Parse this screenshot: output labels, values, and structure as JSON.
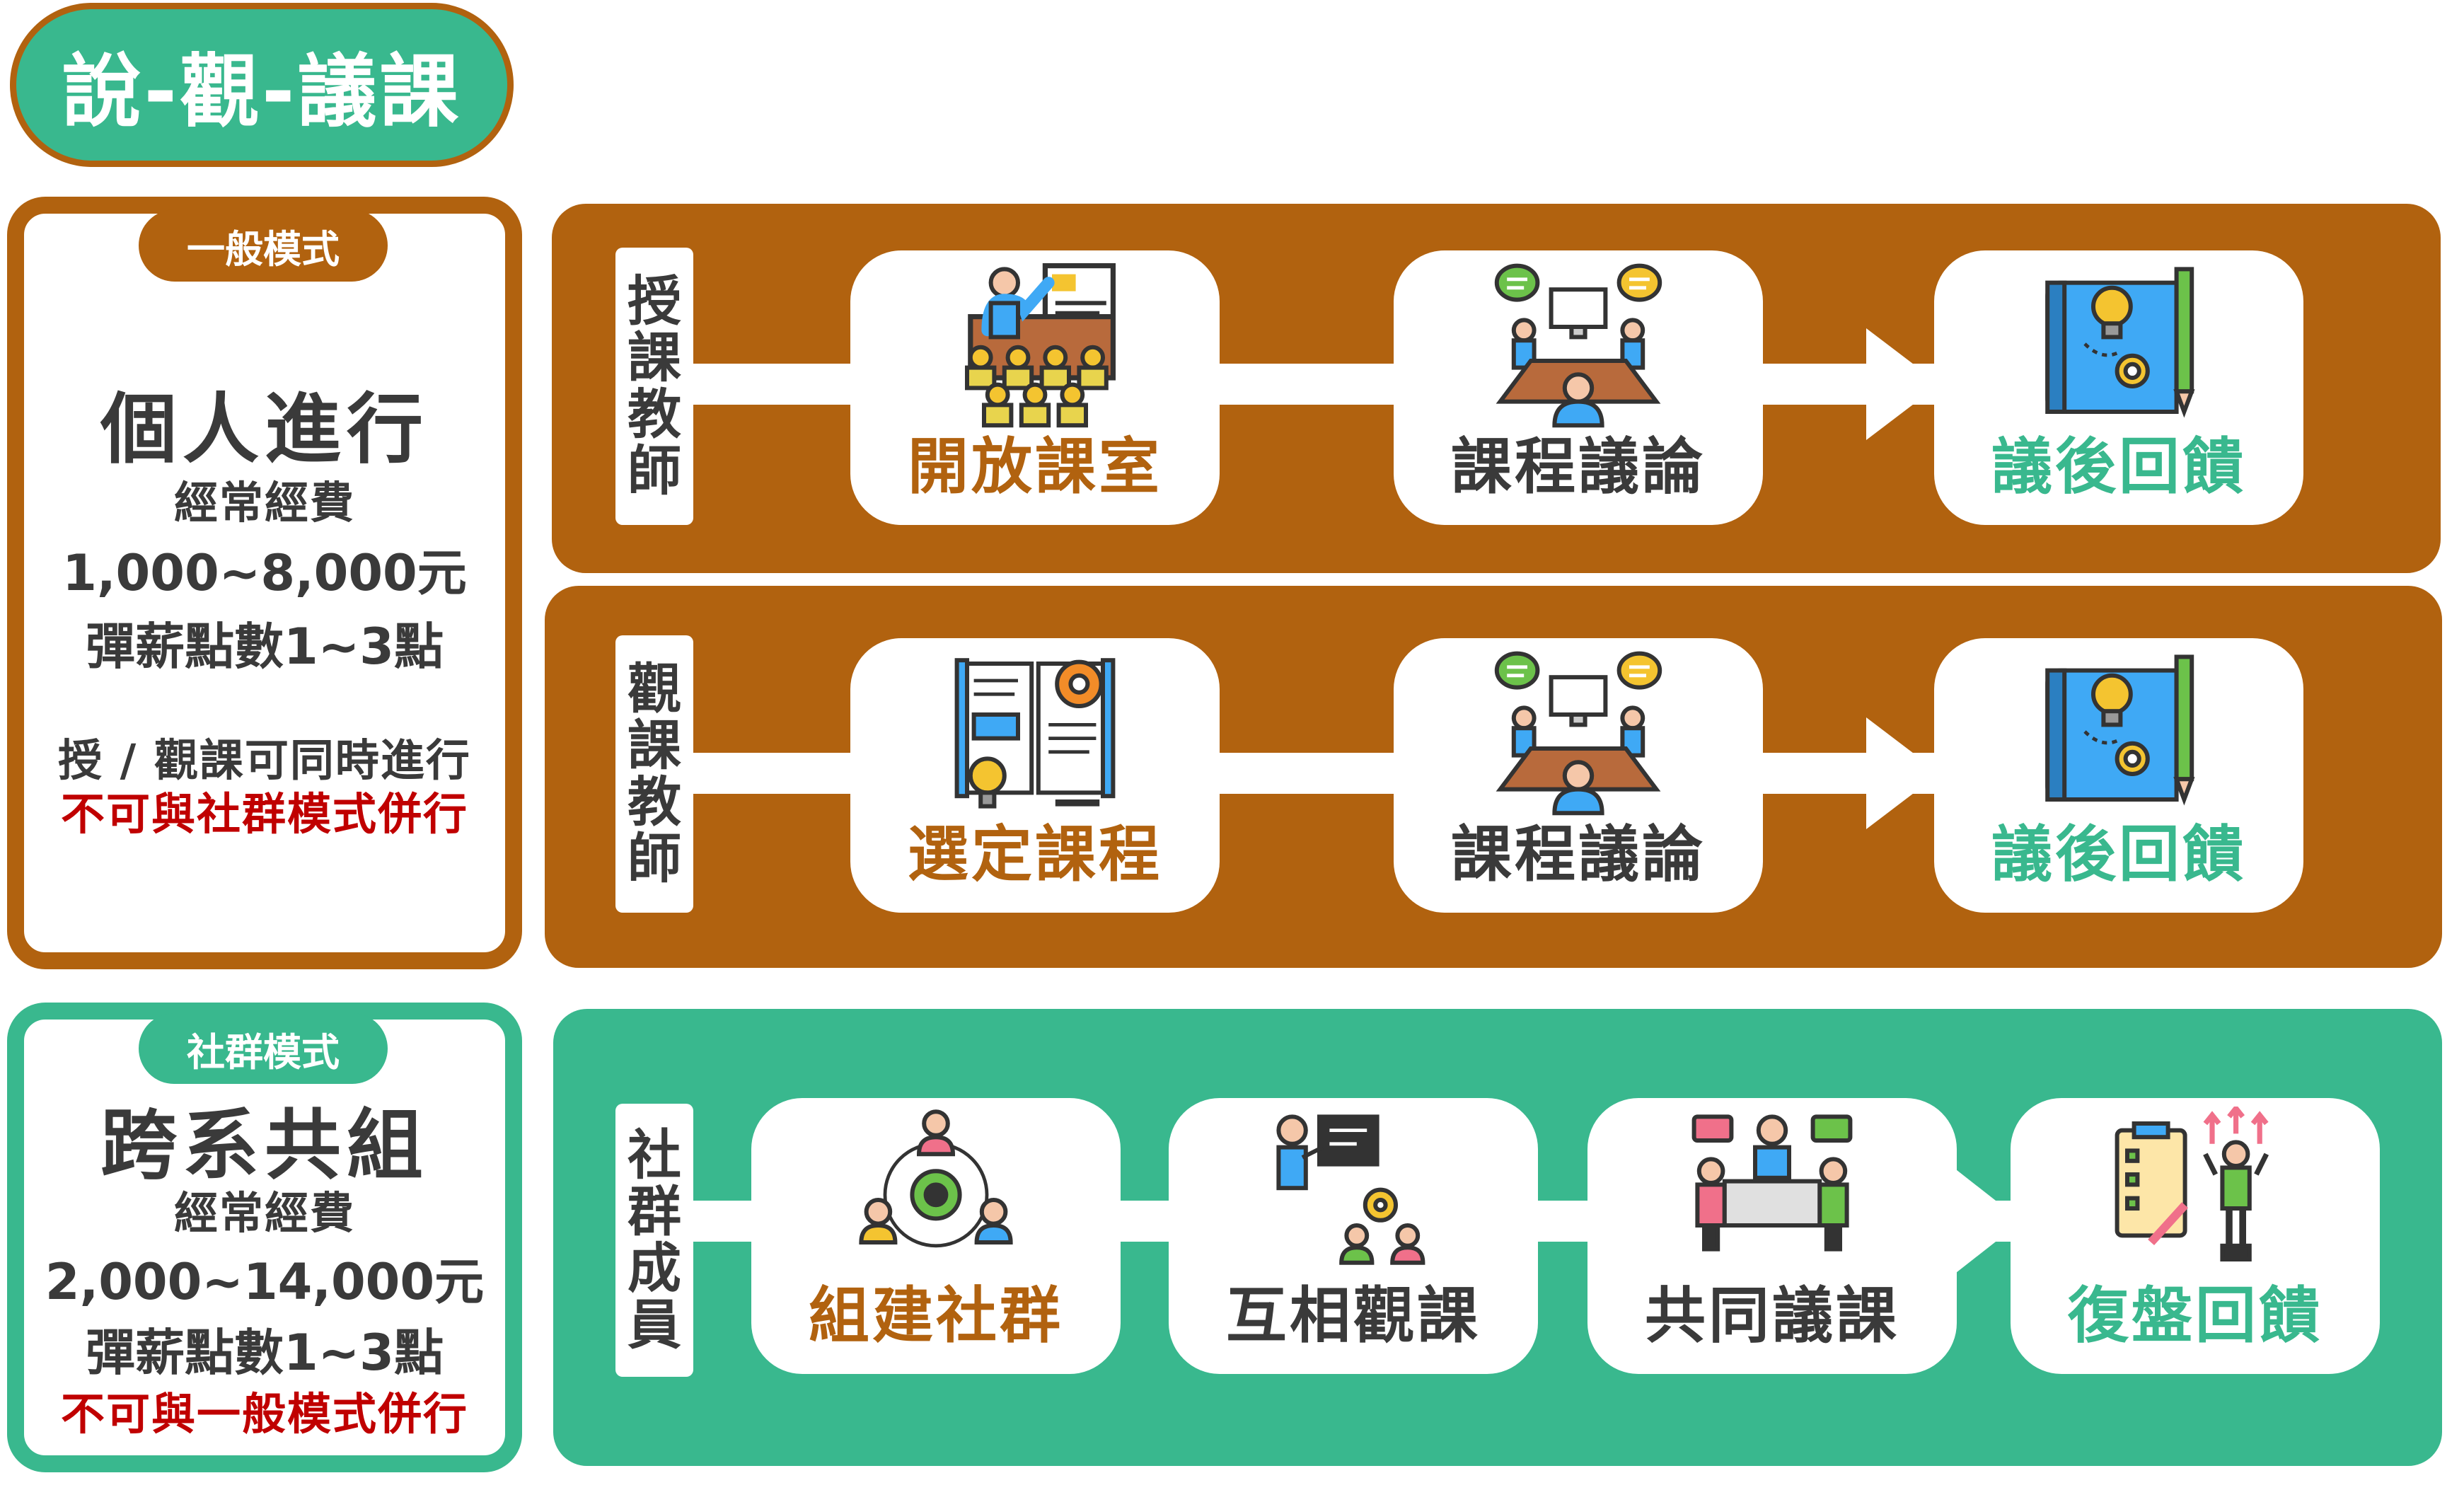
{
  "title": "說-觀-議課",
  "colors": {
    "brown": "#b1620f",
    "green": "#39b88e",
    "dark_text": "#3a3a3a",
    "red": "#c00000"
  },
  "general_mode": {
    "tag": "一般模式",
    "heading": "個人進行",
    "budget_label": "經常經費",
    "budget_amount": "1,000~8,000元",
    "points": "彈薪點數1~3點",
    "note": "授 / 觀課可同時進行",
    "warning": "不可與社群模式併行"
  },
  "community_mode": {
    "tag": "社群模式",
    "heading": "跨系共組",
    "budget_label": "經常經費",
    "budget_amount": "2,000~14,000元",
    "points": "彈薪點數1~3點",
    "warning": "不可與一般模式併行"
  },
  "flows": [
    {
      "role": [
        "授",
        "課",
        "教",
        "師"
      ],
      "steps": [
        {
          "label": "開放課室",
          "icon": "presentation-classroom-icon",
          "color": "#b1620f"
        },
        {
          "label": "課程議論",
          "icon": "meeting-discussion-icon",
          "color": "#3a3a3a"
        },
        {
          "label": "議後回饋",
          "icon": "blueprint-idea-icon",
          "color": "#39b88e"
        }
      ]
    },
    {
      "role": [
        "觀",
        "課",
        "教",
        "師"
      ],
      "steps": [
        {
          "label": "選定課程",
          "icon": "book-gear-icon",
          "color": "#b1620f"
        },
        {
          "label": "課程議論",
          "icon": "meeting-discussion-icon",
          "color": "#3a3a3a"
        },
        {
          "label": "議後回饋",
          "icon": "blueprint-idea-icon",
          "color": "#39b88e"
        }
      ]
    },
    {
      "role": [
        "社",
        "群",
        "成",
        "員"
      ],
      "steps": [
        {
          "label": "組建社群",
          "icon": "team-gear-icon",
          "color": "#b1620f"
        },
        {
          "label": "互相觀課",
          "icon": "observe-presentation-icon",
          "color": "#3a3a3a"
        },
        {
          "label": "共同議課",
          "icon": "group-meeting-icon",
          "color": "#3a3a3a"
        },
        {
          "label": "復盤回饋",
          "icon": "checklist-growth-icon",
          "color": "#39b88e"
        }
      ]
    }
  ]
}
